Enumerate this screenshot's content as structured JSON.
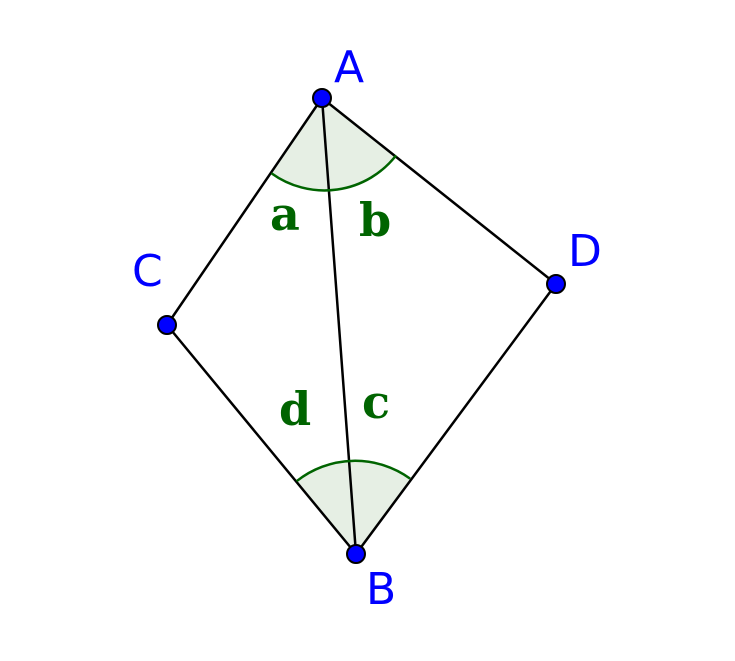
{
  "colors": {
    "point": "#0000ff",
    "edge": "#000000",
    "angle": "#006400",
    "angle_fill": "#e6efe4",
    "background": "#ffffff"
  },
  "points": {
    "A": "A",
    "B": "B",
    "C": "C",
    "D": "D"
  },
  "angles": {
    "a": "a",
    "b": "b",
    "c": "c",
    "d": "d"
  }
}
